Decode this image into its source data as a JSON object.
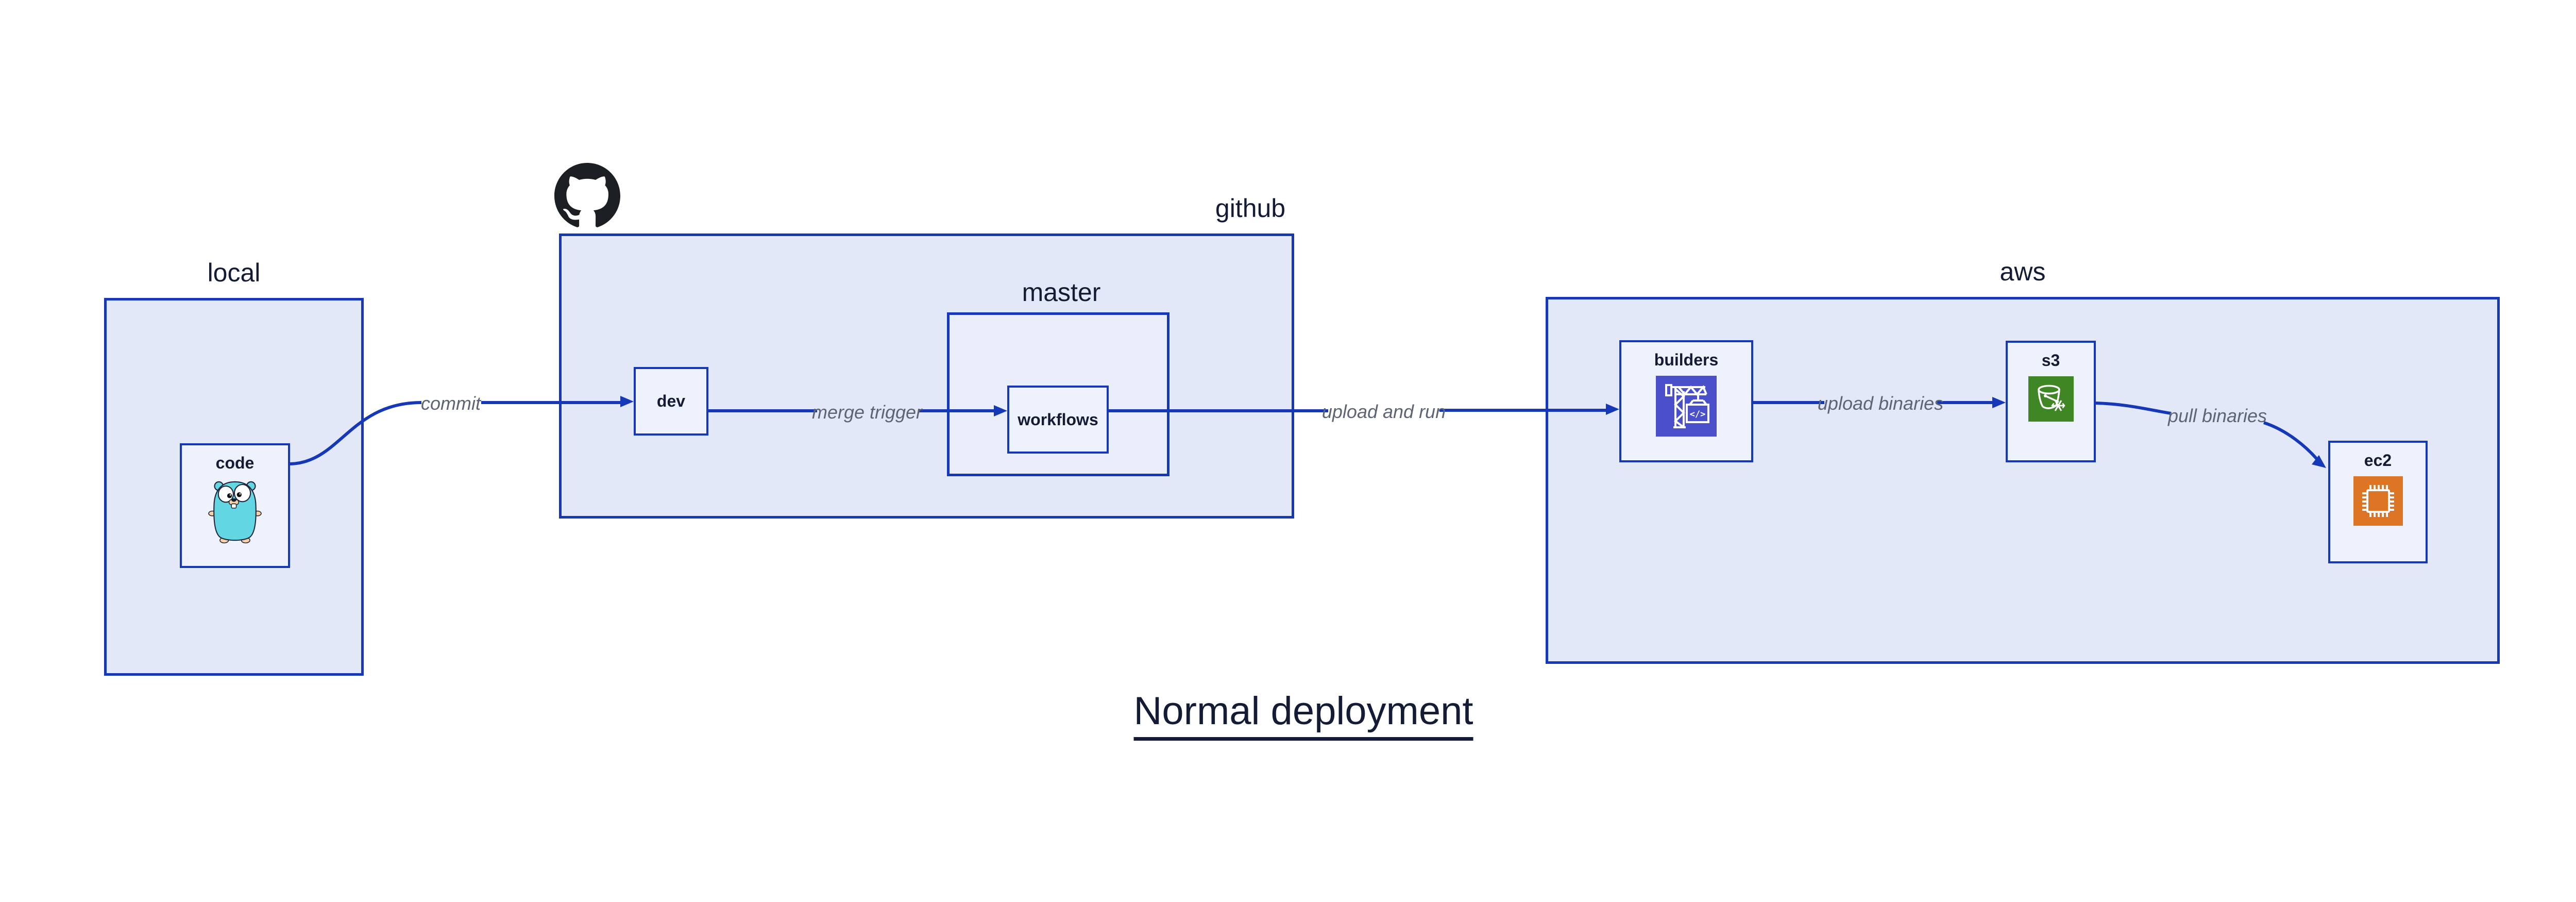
{
  "title": "Normal deployment",
  "groups": {
    "local": {
      "label": "local"
    },
    "github": {
      "label": "github"
    },
    "master": {
      "label": "master"
    },
    "aws": {
      "label": "aws"
    }
  },
  "nodes": {
    "code": {
      "label": "code",
      "icon": "go-gopher-icon"
    },
    "dev": {
      "label": "dev"
    },
    "workflows": {
      "label": "workflows"
    },
    "builders": {
      "label": "builders",
      "icon": "aws-codebuild-icon"
    },
    "s3": {
      "label": "s3",
      "icon": "aws-s3-glacier-bucket-icon"
    },
    "ec2": {
      "label": "ec2",
      "icon": "aws-ec2-chip-icon"
    }
  },
  "edges": [
    {
      "id": "commit",
      "label": "commit",
      "from": "code",
      "to": "dev"
    },
    {
      "id": "merge-trigger",
      "label": "merge trigger",
      "from": "dev",
      "to": "workflows"
    },
    {
      "id": "upload-and-run",
      "label": "upload and run",
      "from": "workflows",
      "to": "builders"
    },
    {
      "id": "upload-binaries",
      "label": "upload binaries",
      "from": "builders",
      "to": "s3"
    },
    {
      "id": "pull-binaries",
      "label": "pull binaries",
      "from": "s3",
      "to": "ec2"
    }
  ],
  "icons": {
    "github_logo": "github-octocat-mark"
  },
  "colors": {
    "accent_blue": "#1538b8",
    "group_fill": "#e2e8f8",
    "node_fill": "#eef2fc",
    "master_fill": "#e9eefa",
    "dark_text": "#131b35",
    "edge_label_gray": "#5d6474",
    "codebuild_purple": "#4a50c9",
    "s3_green": "#3f8624",
    "ec2_orange": "#dd7524",
    "github_black": "#1b1f23",
    "gopher_teal": "#63d6e4"
  }
}
